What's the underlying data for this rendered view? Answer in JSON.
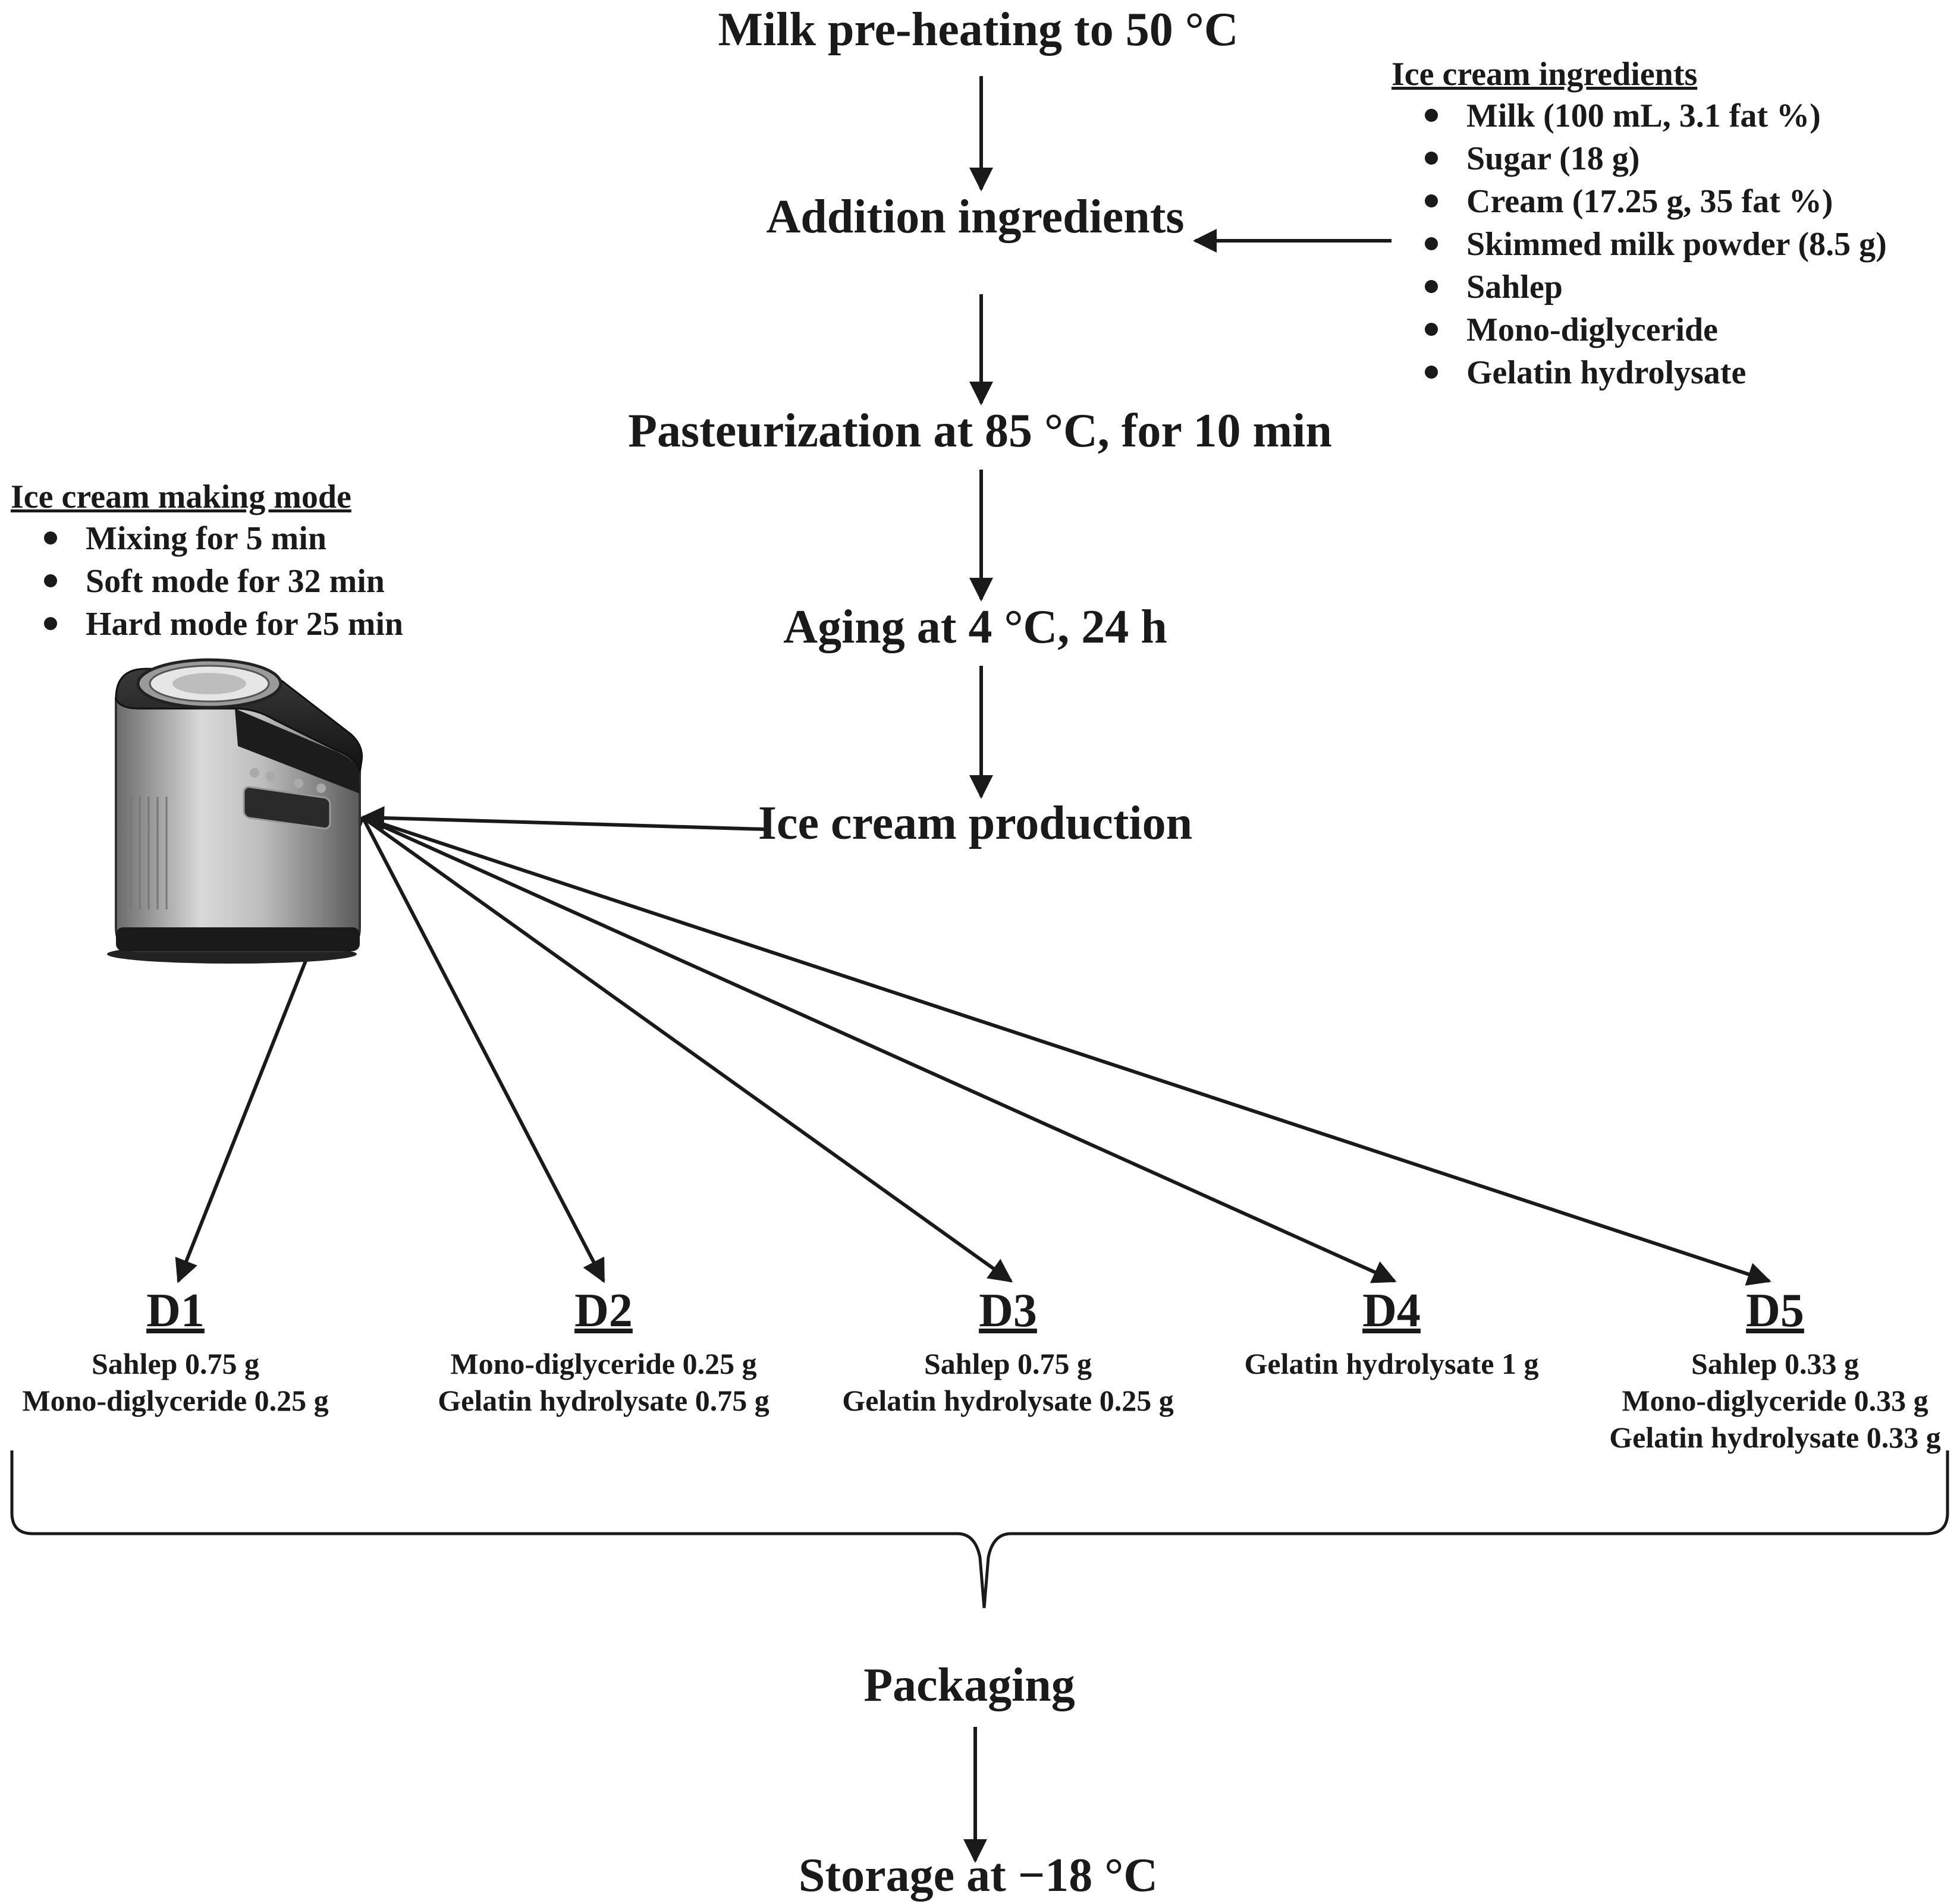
{
  "steps": {
    "preheat": "Milk pre-heating to 50 °C",
    "addition": "Addition ingredients",
    "pasteurization": "Pasteurization at 85 °C, for 10 min",
    "aging": "Aging at 4 °C, 24 h",
    "production": "Ice cream production",
    "packaging": "Packaging",
    "storage": "Storage at −18 °C"
  },
  "ingredients_panel": {
    "title": "Ice cream ingredients",
    "items": [
      "Milk (100 mL, 3.1 fat %)",
      "Sugar (18 g)",
      "Cream (17.25 g, 35 fat %)",
      "Skimmed milk powder (8.5 g)",
      "Sahlep",
      "Mono-diglyceride",
      "Gelatin hydrolysate"
    ]
  },
  "making_mode_panel": {
    "title": "Ice cream making mode",
    "items": [
      "Mixing for 5 min",
      "Soft mode for 32 min",
      "Hard mode for 25 min"
    ]
  },
  "variants": [
    {
      "id": "D1",
      "lines": [
        "Sahlep 0.75 g",
        "Mono-diglyceride 0.25 g"
      ]
    },
    {
      "id": "D2",
      "lines": [
        "Mono-diglyceride 0.25 g",
        "Gelatin hydrolysate 0.75 g"
      ]
    },
    {
      "id": "D3",
      "lines": [
        "Sahlep 0.75 g",
        "Gelatin hydrolysate 0.25 g"
      ]
    },
    {
      "id": "D4",
      "lines": [
        "Gelatin hydrolysate 1 g"
      ]
    },
    {
      "id": "D5",
      "lines": [
        "Sahlep 0.33 g",
        "Mono-diglyceride 0.33 g",
        "Gelatin hydrolysate 0.33 g"
      ]
    }
  ],
  "machine_image": {
    "icon": "ice-cream-machine-icon"
  }
}
